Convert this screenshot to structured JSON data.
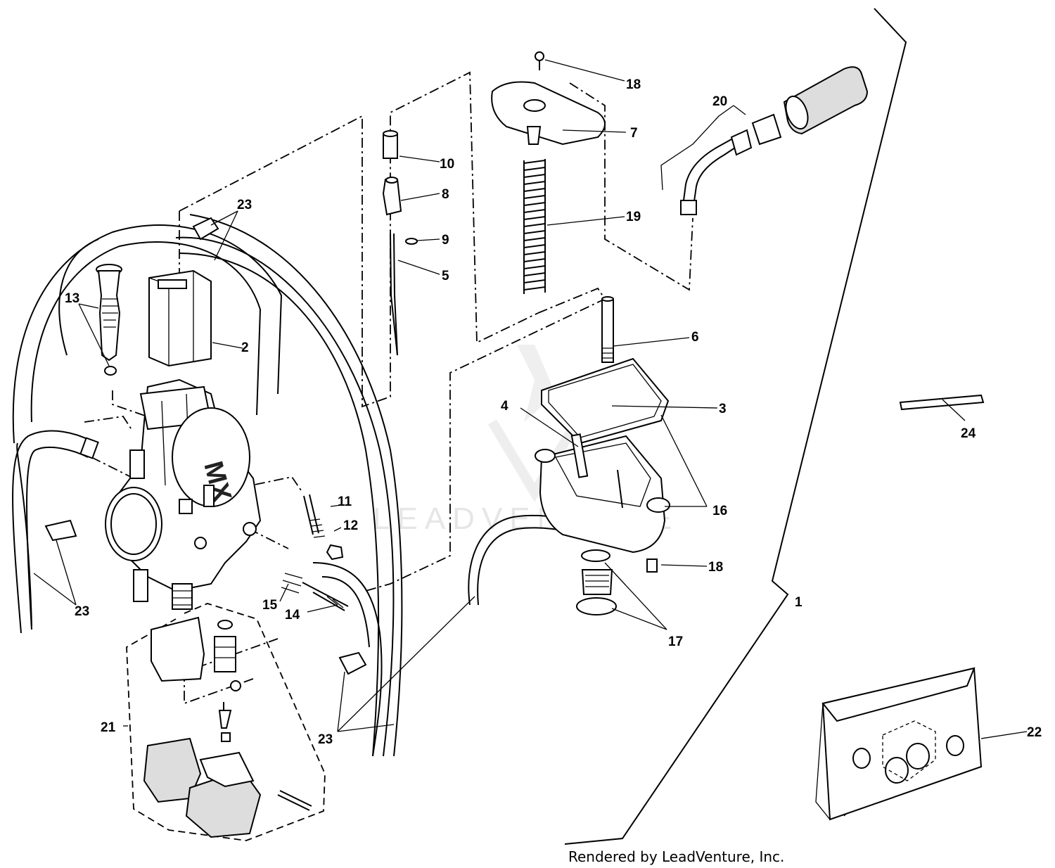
{
  "callouts": {
    "c1": "1",
    "c2": "2",
    "c3": "3",
    "c4": "4",
    "c5": "5",
    "c6": "6",
    "c7": "7",
    "c8": "8",
    "c9": "9",
    "c10": "10",
    "c11": "11",
    "c12": "12",
    "c13": "13",
    "c14": "14",
    "c15": "15",
    "c16": "16",
    "c17": "17",
    "c18a": "18",
    "c18b": "18",
    "c19": "19",
    "c20": "20",
    "c21": "21",
    "c22": "22",
    "c23a": "23",
    "c23b": "23",
    "c23c": "23",
    "c24": "24"
  },
  "watermark": "LEADVENTURE",
  "footer": "Rendered by LeadVenture, Inc."
}
